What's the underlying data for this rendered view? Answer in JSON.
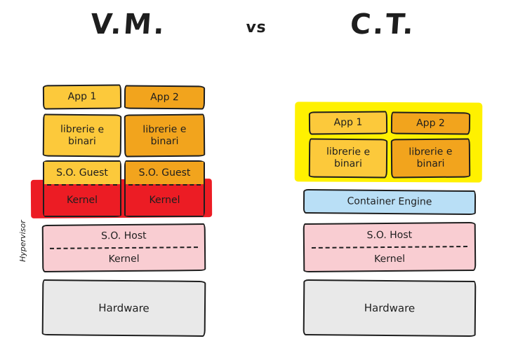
{
  "header": {
    "vm_title": "V.M.",
    "versus": "vs",
    "ct_title": "C.T."
  },
  "colors": {
    "app_yellow": "#FCC93B",
    "app_orange": "#F2A41D",
    "kernel_red": "#EC1C24",
    "host_pink": "#F9CDD2",
    "engine_blue": "#B9DFF6",
    "hardware_gray": "#E9E9E9",
    "highlight_yellow": "#FFF100",
    "outline_black": "#1E1E1E"
  },
  "vm_stack": {
    "hypervisor_label": "Hypervisor",
    "apps": [
      "App 1",
      "App 2"
    ],
    "libraries": [
      "librerie e binari",
      "librerie e binari"
    ],
    "guest_os": [
      {
        "os": "S.O. Guest",
        "kernel": "Kernel"
      },
      {
        "os": "S.O. Guest",
        "kernel": "Kernel"
      }
    ],
    "host": {
      "os": "S.O. Host",
      "kernel": "Kernel"
    },
    "hardware": "Hardware"
  },
  "ct_stack": {
    "apps": [
      "App 1",
      "App 2"
    ],
    "libraries": [
      "librerie e binari",
      "librerie e binari"
    ],
    "container_engine": "Container Engine",
    "host": {
      "os": "S.O. Host",
      "kernel": "Kernel"
    },
    "hardware": "Hardware"
  }
}
